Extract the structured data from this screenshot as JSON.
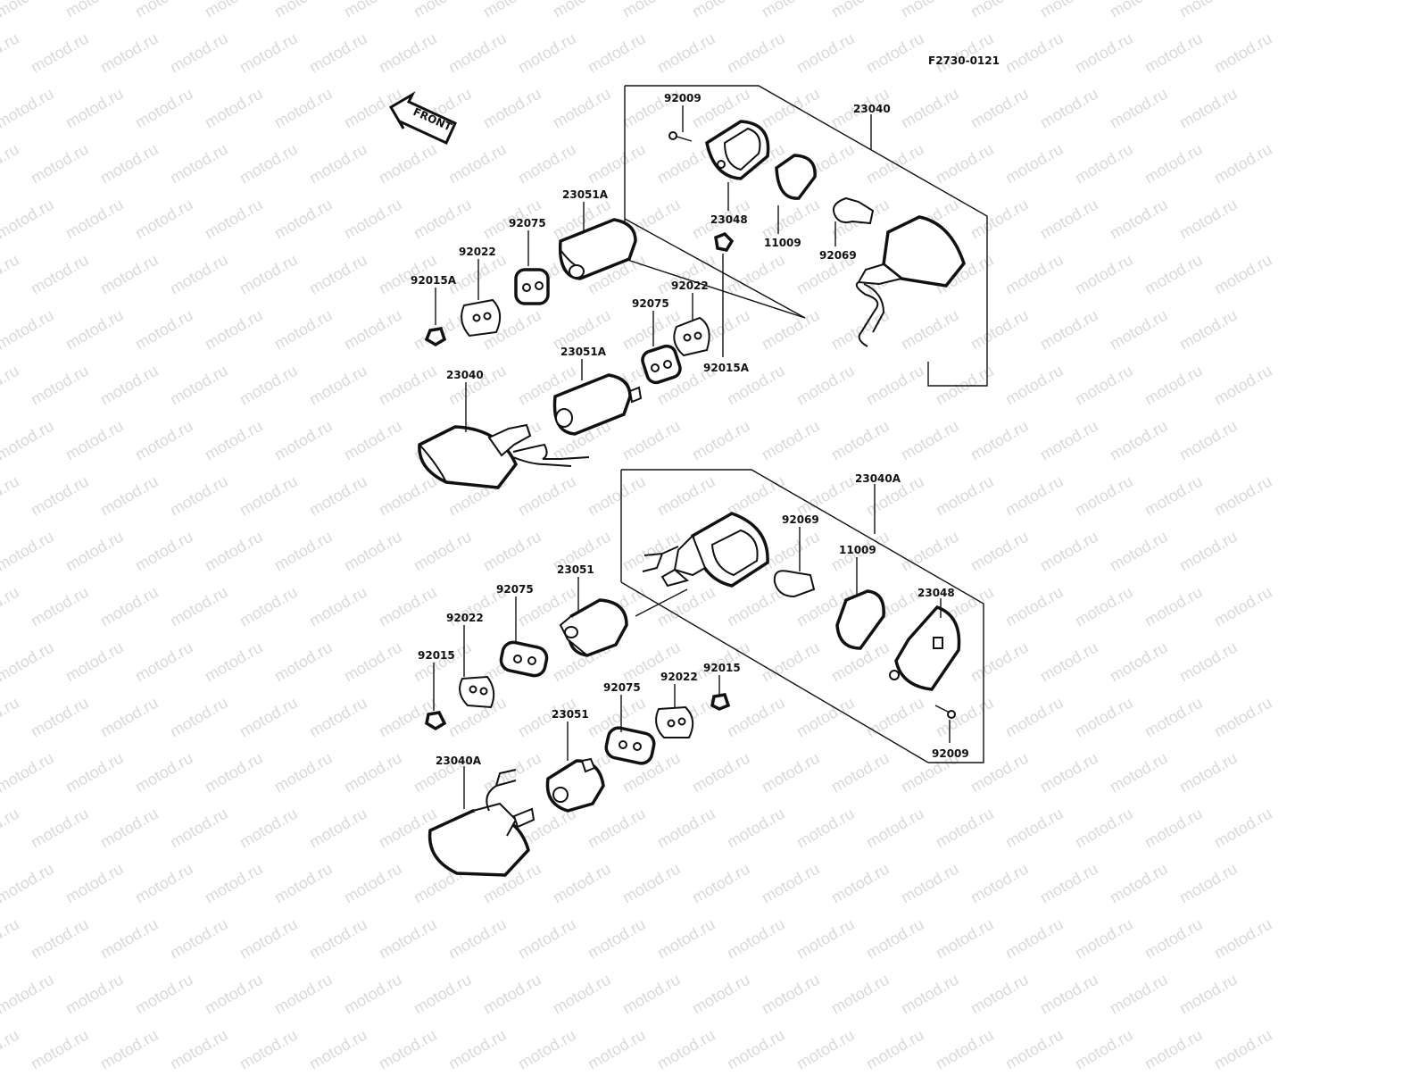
{
  "diagram": {
    "code": "F2730-0121",
    "front_label": "FRONT",
    "watermark": "motod.ru",
    "labels": {
      "l_92009_t": "92009",
      "l_23040_t": "23040",
      "l_23048_t": "23048",
      "l_11009_t": "11009",
      "l_92069_t": "92069",
      "l_23051A_1": "23051A",
      "l_92075_1": "92075",
      "l_92022_1": "92022",
      "l_92015A_1": "92015A",
      "l_92022_2": "92022",
      "l_92075_2": "92075",
      "l_92015A_2": "92015A",
      "l_23051A_2": "23051A",
      "l_23040_l": "23040",
      "l_23040A_t": "23040A",
      "l_92069_b": "92069",
      "l_11009_b": "11009",
      "l_23048_b": "23048",
      "l_23051_1": "23051",
      "l_92075_3": "92075",
      "l_92022_3": "92022",
      "l_92015_1": "92015",
      "l_92075_4": "92075",
      "l_92022_4": "92022",
      "l_92015_2": "92015",
      "l_23051_2": "23051",
      "l_23040A_l": "23040A",
      "l_92009_b": "92009"
    }
  }
}
